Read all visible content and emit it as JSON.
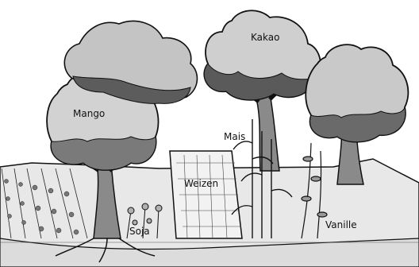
{
  "labels": {
    "kakao": "Kakao",
    "mango": "Mango",
    "mais": "Mais",
    "weizen": "Weizen",
    "soja": "Soja",
    "vanille": "Vanille"
  },
  "colors": {
    "outline": "#111111",
    "canopy_light": "#cfcfcf",
    "canopy_mid": "#9a9a9a",
    "canopy_dark": "#5a5a5a",
    "ground": "#e6e6e6",
    "field": "#efefef"
  }
}
